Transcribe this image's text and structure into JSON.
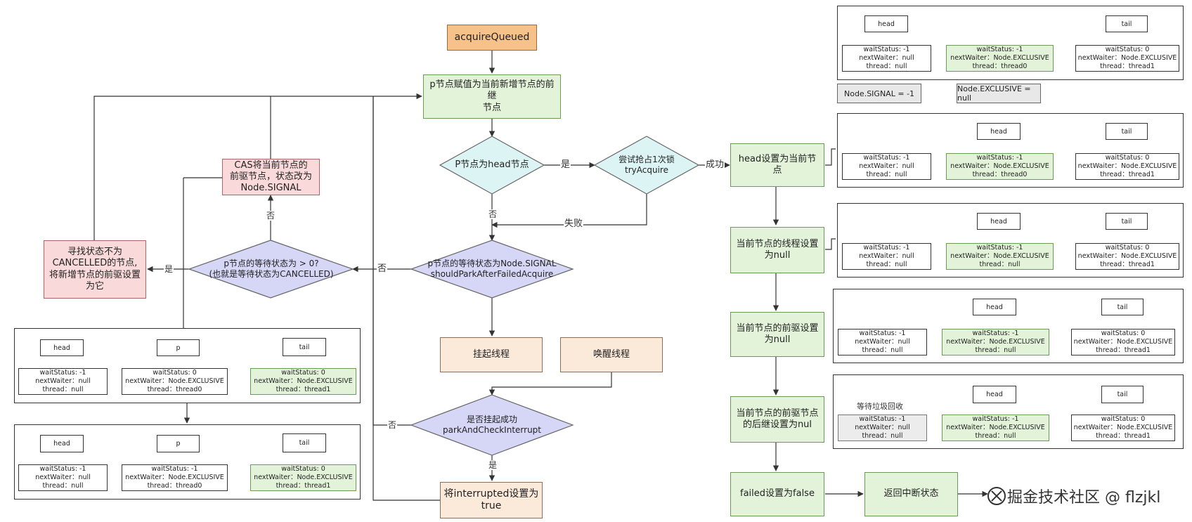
{
  "nodes": {
    "start": "acquireQueued",
    "assign_p": "p节点赋值为当前新增节点的前继\n节点",
    "is_head": "P节点为head节点",
    "try_acquire": "尝试抢占1次锁\ntryAcquire",
    "signal_check": "p节点的等待状态为Node.SIGNAL\nshouldParkAfterFailedAcquire",
    "cancelled_check": "p节点的等待状态为 > 0?\n(也就是等待状态为CANCELLED)",
    "cas_signal": "CAS将当前节点的\n前驱节点，状态改为\nNode.SIGNAL",
    "find_pred": "寻找状态不为\nCANCELLED的节点,\n将新增节点的前驱设置\n为它",
    "park": "挂起线程",
    "wake": "唤醒线程",
    "park_check": "是否挂起成功\nparkAndCheckInterrupt",
    "set_interrupted": "将interrupted设置为\ntrue",
    "set_head": "head设置为当前节\n点",
    "thread_null": "当前节点的线程设置\n为null",
    "prev_null": "当前节点的前驱设置\n为null",
    "pred_next_null": "当前节点的前驱节点\n的后继设置为nul",
    "failed_false": "failed设置为false",
    "return_interrupt": "返回中断状态"
  },
  "edge_labels": {
    "yes_head": "是",
    "success": "成功",
    "no_head": "否",
    "fail": "失败",
    "no_signal": "否",
    "yes_cancelled": "是",
    "no_cancelled": "否",
    "no_park": "否",
    "yes_park": "是"
  },
  "constants": {
    "signal": "Node.SIGNAL = -1",
    "exclusive": "Node.EXCLUSIVE = null"
  },
  "labels": {
    "head": "head",
    "tail": "tail",
    "p": "p",
    "gc": "等待垃圾回收"
  },
  "node_text": {
    "r1a": [
      "waitStatus: -1",
      "nextWaiter：null",
      "thread：null"
    ],
    "r1b": [
      "waitStatus: -1",
      "nextWaiter：Node.EXCLUSIVE",
      "thread：thread0"
    ],
    "r1c": [
      "waitStatus: 0",
      "nextWaiter：Node.EXCLUSIVE",
      "thread：thread1"
    ],
    "r2a": [
      "waitStatus: -1",
      "nextWaiter：null",
      "thread：null"
    ],
    "r2b": [
      "waitStatus: -1",
      "nextWaiter：Node.EXCLUSIVE",
      "thread：thread0"
    ],
    "r2c": [
      "waitStatus: 0",
      "nextWaiter：Node.EXCLUSIVE",
      "thread：thread1"
    ],
    "r3a": [
      "waitStatus: -1",
      "nextWaiter：null",
      "thread：null"
    ],
    "r3b": [
      "waitStatus: -1",
      "nextWaiter：Node.EXCLUSIVE",
      "thread：null"
    ],
    "r3c": [
      "waitStatus: 0",
      "nextWaiter：Node.EXCLUSIVE",
      "thread：thread1"
    ],
    "r4a": [
      "waitStatus: -1",
      "nextWaiter：null",
      "thread：null"
    ],
    "r4b": [
      "waitStatus: -1",
      "nextWaiter：Node.EXCLUSIVE",
      "thread：null"
    ],
    "r4c": [
      "waitStatus: 0",
      "nextWaiter：Node.EXCLUSIVE",
      "thread：thread1"
    ],
    "r5a": [
      "waitStatus: -1",
      "nextWaiter：null",
      "thread：null"
    ],
    "r5b": [
      "waitStatus: -1",
      "nextWaiter：Node.EXCLUSIVE",
      "thread：null"
    ],
    "r5c": [
      "waitStatus: 0",
      "nextWaiter：Node.EXCLUSIVE",
      "thread：thread1"
    ],
    "l1a": [
      "waitStatus: -1",
      "nextWaiter：null",
      "thread：null"
    ],
    "l1b": [
      "waitStatus: 0",
      "nextWaiter：Node.EXCLUSIVE",
      "thread：thread0"
    ],
    "l1c": [
      "waitStatus: 0",
      "nextWaiter：Node.EXCLUSIVE",
      "thread：thread1"
    ],
    "l2a": [
      "waitStatus: -1",
      "nextWaiter：null",
      "thread：null"
    ],
    "l2b": [
      "waitStatus: -1",
      "nextWaiter：Node.EXCLUSIVE",
      "thread：thread0"
    ],
    "l2c": [
      "waitStatus: 0",
      "nextWaiter：Node.EXCLUSIVE",
      "thread：thread1"
    ]
  },
  "watermark": "掘金技术社区 @ flzjkl"
}
